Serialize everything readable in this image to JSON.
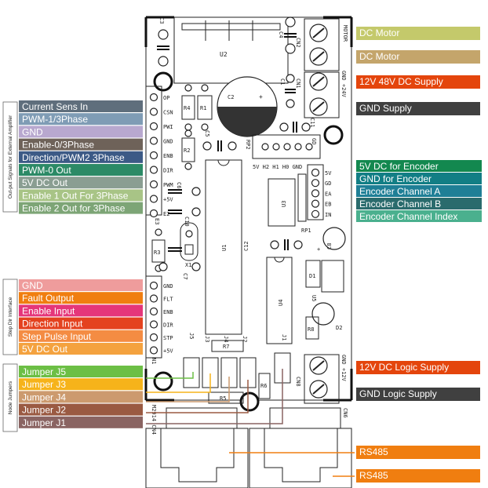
{
  "left_groups": [
    {
      "title": "Out-put Signals for External Amplifier",
      "items": [
        {
          "label": "Current Sens In",
          "color": "#5f6e7c"
        },
        {
          "label": "PWM-1/3Phase",
          "color": "#7f9cb5"
        },
        {
          "label": "GND",
          "color": "#b8a8cf"
        },
        {
          "label": "Enable-0/3Phase",
          "color": "#6e6259"
        },
        {
          "label": "Direction/PWM2 3Phase",
          "color": "#3c5a86"
        },
        {
          "label": "PWM-0 Out",
          "color": "#2c8a66"
        },
        {
          "label": "5V DC Out",
          "color": "#8a9e92"
        },
        {
          "label": "Enable 1 Out For 3Phase",
          "color": "#a8c486"
        },
        {
          "label": "Enable 2 Out for 3Phase",
          "color": "#7da576"
        }
      ]
    },
    {
      "title": "Step Dir Interface",
      "items": [
        {
          "label": "GND",
          "color": "#ef9c9c"
        },
        {
          "label": "Fault Output",
          "color": "#f07e10"
        },
        {
          "label": "Enable Input",
          "color": "#e5367a"
        },
        {
          "label": "Direction Input",
          "color": "#e4421f"
        },
        {
          "label": "Step Pulse Input",
          "color": "#f48c43"
        },
        {
          "label": "5V DC Out",
          "color": "#f4a23f"
        }
      ]
    },
    {
      "title": "Node Jumpers",
      "items": [
        {
          "label": "Jumper J5",
          "color": "#6cbf45"
        },
        {
          "label": "Jumper J3",
          "color": "#f6b31a"
        },
        {
          "label": "Jumper J4",
          "color": "#cc9a6e"
        },
        {
          "label": "Jumper J2",
          "color": "#9a5a42"
        },
        {
          "label": "Jumper J1",
          "color": "#8a6462"
        }
      ]
    }
  ],
  "right_labels": [
    {
      "label": "DC Motor",
      "color": "#c4c96b"
    },
    {
      "label": "DC Motor",
      "color": "#c4a56b"
    },
    {
      "label": "12V 48V DC Supply",
      "color": "#e4450c"
    },
    {
      "label": "GND Supply",
      "color": "#404040"
    },
    {
      "label": "5V DC for Encoder",
      "color": "#13884f"
    },
    {
      "label": "GND for Encoder",
      "color": "#127e85"
    },
    {
      "label": "Encoder Channel A",
      "color": "#1f7f96"
    },
    {
      "label": "Encoder Channel B",
      "color": "#2a6b6d"
    },
    {
      "label": "Encoder Channel Index",
      "color": "#4ab08e"
    },
    {
      "label": "12V  DC Logic Supply",
      "color": "#e4450c"
    },
    {
      "label": "GND Logic Supply",
      "color": "#404040"
    },
    {
      "label": "RS485",
      "color": "#f07e10"
    },
    {
      "label": "RS485",
      "color": "#f07e10"
    }
  ],
  "pcb_text": {
    "left_header_pins": [
      "OP",
      "CSN",
      "PWI",
      "GND",
      "ENB",
      "DIR",
      "PWM",
      "+5V",
      "E2"
    ],
    "left_bottom_pins": [
      "GND",
      "FLT",
      "ENB",
      "DIR",
      "STP",
      "+5V"
    ],
    "encoder_pins": [
      "5V",
      "GD",
      "EA",
      "EB",
      "IN"
    ],
    "encoder_header": "5V H2 H1 H0 GND",
    "motor_connector": "MOTOR",
    "supply_connector": "GND +24V",
    "logic_connector": "GND +12V",
    "cn2": "CN2",
    "cn1": "CN1",
    "cn8": "CN8",
    "cn6": "CN6",
    "cn4": "M2914 CN4",
    "c3": "C3",
    "c4": "C4",
    "c1": "C1",
    "c2": "C2",
    "c5": "C5",
    "c6": "C6",
    "c7": "C7",
    "c8": "C8",
    "c10": "C10",
    "c11": "C11",
    "c12": "C12",
    "u1": "U1",
    "u2": "U2",
    "u3": "U3",
    "u4": "U4",
    "r1": "R1",
    "r2": "R2",
    "r3": "R3",
    "r4": "R4",
    "r5": "R5",
    "r6": "R6",
    "r7": "R7",
    "r8": "R8",
    "d1": "D1",
    "d2": "D2",
    "rp1": "RP1",
    "rp2": "RP2",
    "rp2b": "RP2",
    "x1": "X1",
    "e3": "E3",
    "u5": "U5",
    "gd": "GD",
    "n1": "N1",
    "j1": "J1",
    "j2": "J2",
    "j3": "J3",
    "j4": "J4",
    "j5": "J5",
    "plus": "+",
    "plus2": "+"
  }
}
